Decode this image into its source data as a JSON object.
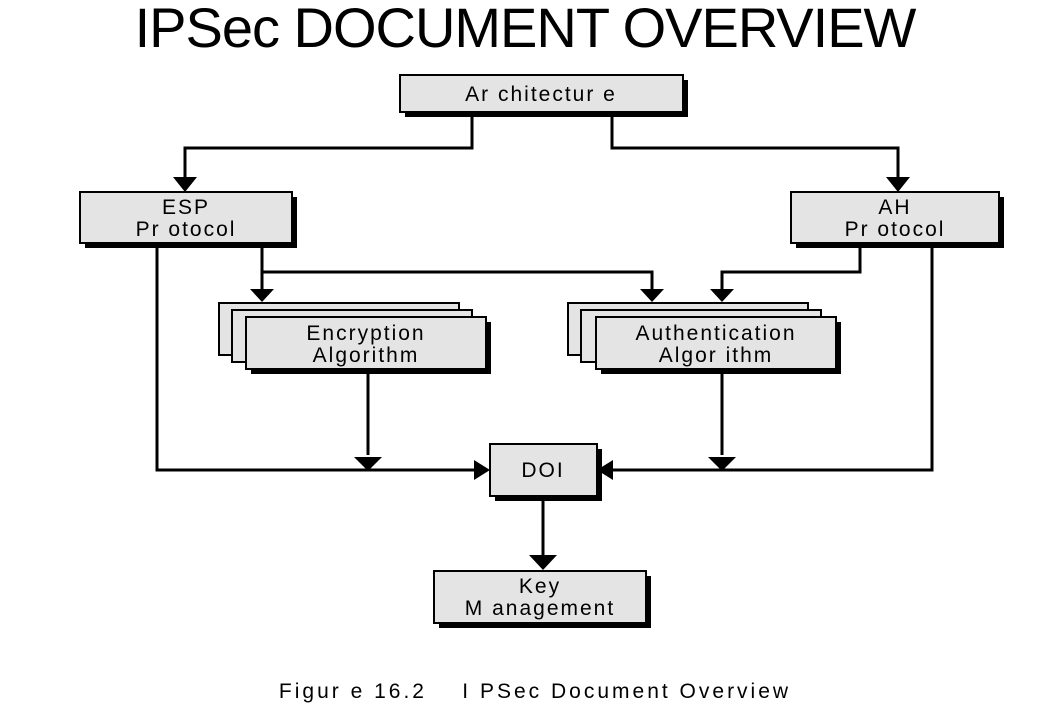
{
  "title": "IPSec DOCUMENT OVERVIEW",
  "nodes": {
    "architecture": "Ar chitectur e",
    "esp": [
      "ESP",
      "Pr otocol"
    ],
    "ah": [
      "AH",
      "Pr otocol"
    ],
    "encryption": [
      "Encryption",
      "Algorithm"
    ],
    "authentication": [
      "Authentication",
      "Algor ithm"
    ],
    "doi": "DOI",
    "key_management": [
      "Key",
      "M anagement"
    ]
  },
  "caption": "Figur e 16.2    I PSec Document Overview",
  "colors": {
    "box_fill": "#e4e4e4",
    "shadow": "#000000",
    "line": "#000000"
  }
}
